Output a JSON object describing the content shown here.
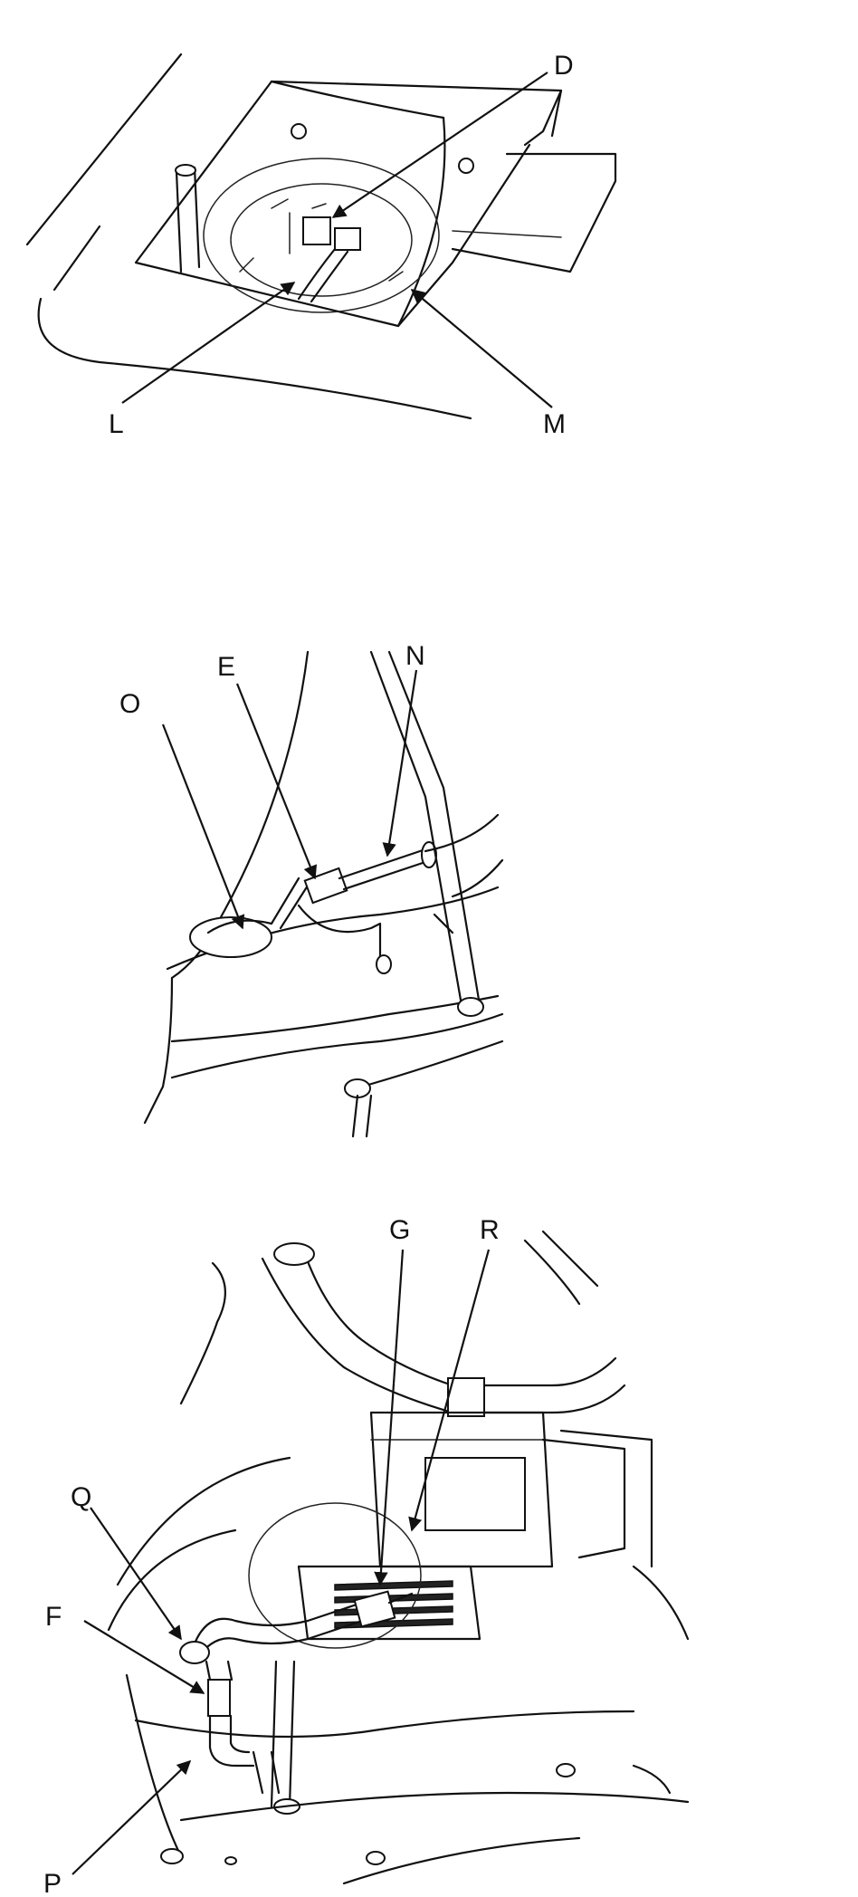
{
  "panels": [
    {
      "callouts": {
        "D": "D",
        "L": "L",
        "M": "M"
      }
    },
    {
      "callouts": {
        "E": "E",
        "N": "N",
        "O": "O"
      }
    },
    {
      "callouts": {
        "G": "G",
        "R": "R",
        "Q": "Q",
        "F": "F",
        "P": "P"
      }
    }
  ],
  "colors": {
    "line": "#111111",
    "background": "#ffffff"
  }
}
